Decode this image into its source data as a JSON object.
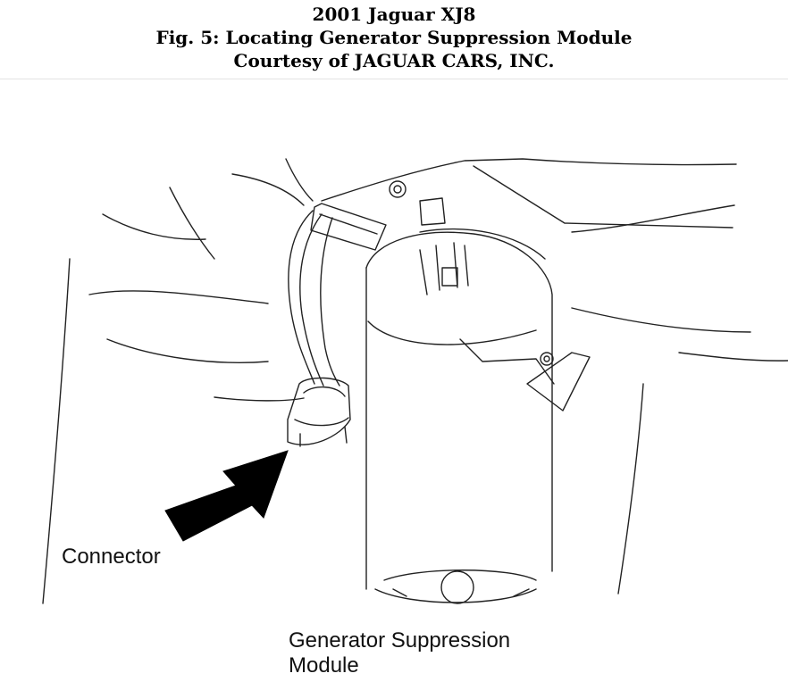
{
  "header": {
    "title": "2001 Jaguar XJ8",
    "figure_caption": "Fig. 5: Locating Generator Suppression Module",
    "courtesy": "Courtesy of JAGUAR CARS, INC."
  },
  "labels": {
    "connector": "Connector",
    "module_line1": "Generator Suppression",
    "module_line2": "Module"
  }
}
